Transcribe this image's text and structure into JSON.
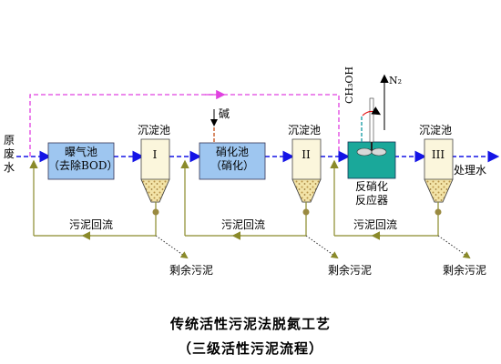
{
  "diagram": {
    "inlet": "原\n废\n水",
    "outlet": "处理水",
    "aeration_tank": {
      "name": "曝气池",
      "sub": "（去除BOD）"
    },
    "clarifiers": [
      {
        "title": "沉淀池",
        "roman": "I"
      },
      {
        "title": "沉淀池",
        "roman": "II"
      },
      {
        "title": "沉淀池",
        "roman": "III"
      }
    ],
    "nitrification_tank": {
      "name": "硝化池",
      "sub": "（硝化）"
    },
    "alkali": "碱",
    "denitrification_reactor": {
      "name": "反硝化\n反应器"
    },
    "methanol": "CH₃OH",
    "nitrogen": "N₂",
    "sludge_return": [
      "污泥回流",
      "污泥回流",
      "污泥回流"
    ],
    "excess_sludge": [
      "剩余污泥",
      "剩余污泥",
      "剩余污泥"
    ]
  },
  "title": "传统活性污泥法脱氮工艺",
  "subtitle": "（三级活性污泥流程）",
  "colors": {
    "main_flow": "#1414e6",
    "bypass": "#e040e0",
    "sludge_line": "#8a8a2a",
    "tank_fill_blue": "#9ec6f0",
    "reactor_fill": "#1aa89a",
    "clarifier_fill": "#fbf6dc",
    "sludge_dot": "#9a8a40",
    "alkali_line": "#c85a28"
  }
}
